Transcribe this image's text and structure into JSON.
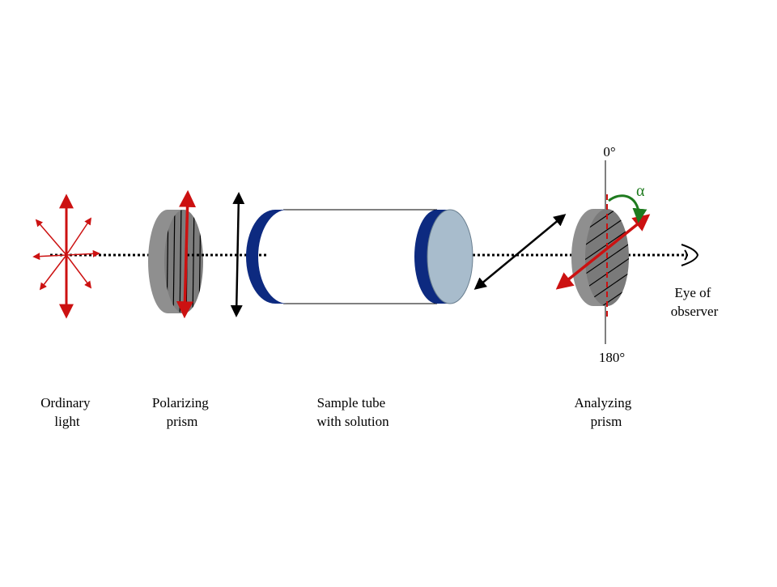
{
  "labels": {
    "ordinary_light": [
      "Ordinary",
      "light"
    ],
    "polarizing_prism": [
      "Polarizing",
      "prism"
    ],
    "sample_tube": [
      "Sample tube",
      "with solution"
    ],
    "analyzing_prism": [
      "Analyzing",
      "prism"
    ],
    "eye_of_observer": [
      "Eye of",
      "observer"
    ],
    "angle_top": "0°",
    "angle_bottom": "180°",
    "rotation_symbol": "α"
  },
  "colors": {
    "light_ray": "#cc1111",
    "polarized_arrow": "#000000",
    "rotation_arrow": "#1e7a1e",
    "prism_body": "#8f8f8f",
    "tube_cap": "#0d2a80",
    "tube_end": "#a8bccc"
  }
}
